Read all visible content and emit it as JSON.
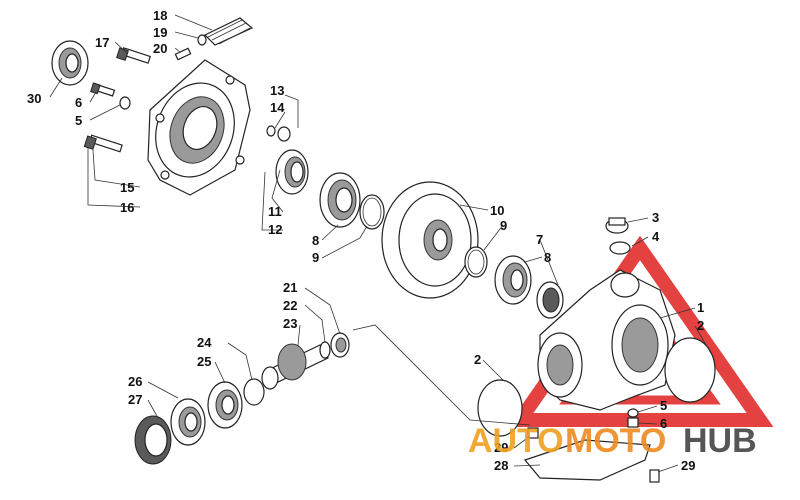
{
  "watermark": {
    "word1": "AUTO",
    "word2": "MOTO",
    "word3": "HUB",
    "colors": {
      "triangle": "#e02020",
      "auto": "#f0a020",
      "moto": "#ee8a20",
      "hub": "#444444"
    }
  },
  "callouts": {
    "c1": "1",
    "c2a": "2",
    "c2b": "2",
    "c3": "3",
    "c4": "4",
    "c5a": "5",
    "c5b": "5",
    "c6a": "6",
    "c6b": "6",
    "c7": "7",
    "c8a": "8",
    "c8b": "8",
    "c9a": "9",
    "c9b": "9",
    "c10": "10",
    "c11": "11",
    "c12": "12",
    "c13": "13",
    "c14": "14",
    "c15": "15",
    "c16": "16",
    "c17": "17",
    "c18": "18",
    "c19": "19",
    "c20": "20",
    "c21": "21",
    "c22": "22",
    "c23": "23",
    "c24": "24",
    "c25": "25",
    "c26": "26",
    "c27": "27",
    "c28": "28",
    "c29a": "29",
    "c29b": "29",
    "c30": "30"
  }
}
